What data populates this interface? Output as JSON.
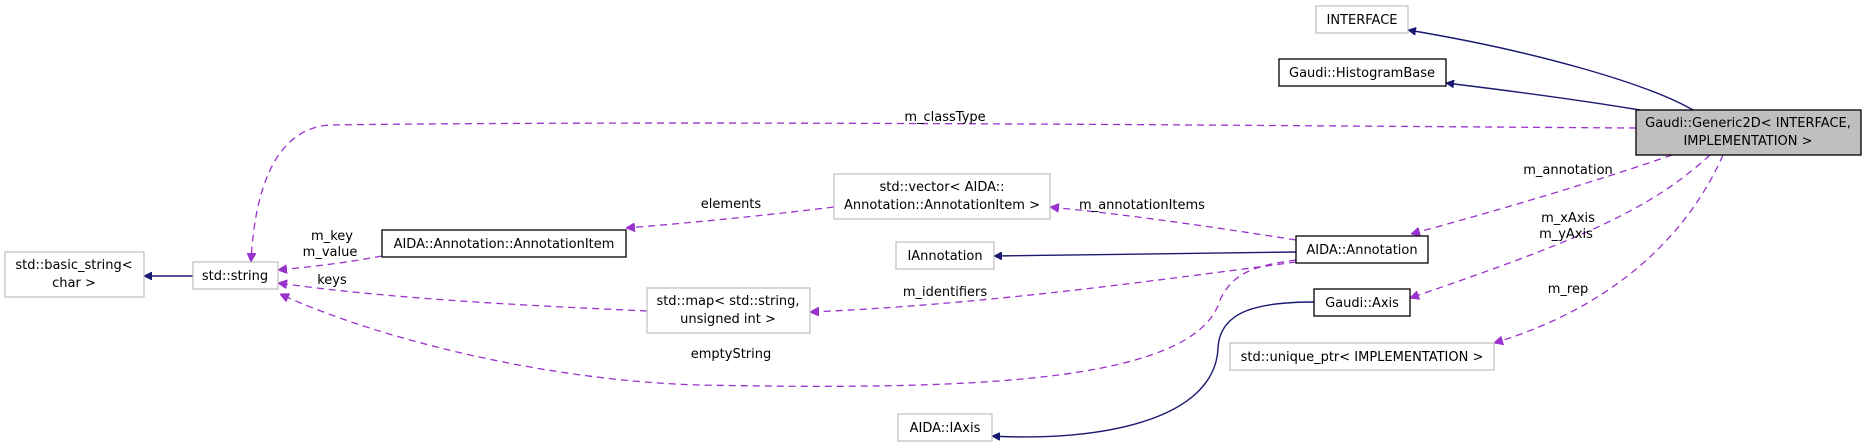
{
  "colors": {
    "inheritance_edge": "#191970",
    "usage_edge": "#9a32cd",
    "main_node_fill": "#bfbfbf",
    "documented_border": "#000000",
    "undocumented_border": "#bfbfbf"
  },
  "nodes": {
    "generic2d": [
      "Gaudi::Generic2D< INTERFACE,",
      "IMPLEMENTATION >"
    ],
    "interface": [
      "INTERFACE"
    ],
    "histogram_base": [
      "Gaudi::HistogramBase"
    ],
    "basic_string": [
      "std::basic_string<",
      "char >"
    ],
    "std_string": [
      "std::string"
    ],
    "annotation_item": [
      "AIDA::Annotation::AnnotationItem"
    ],
    "vector": [
      "std::vector< AIDA::",
      "Annotation::AnnotationItem >"
    ],
    "iannotation": [
      "IAnnotation"
    ],
    "annotation": [
      "AIDA::Annotation"
    ],
    "map": [
      "std::map< std::string,",
      "unsigned int >"
    ],
    "axis": [
      "Gaudi::Axis"
    ],
    "unique_ptr": [
      "std::unique_ptr< IMPLEMENTATION >"
    ],
    "iaxis": [
      "AIDA::IAxis"
    ]
  },
  "edge_labels": {
    "m_class_type": [
      "m_classType"
    ],
    "m_annotation": [
      "m_annotation"
    ],
    "elements": [
      "elements"
    ],
    "m_annotation_items": [
      "m_annotationItems"
    ],
    "m_key_value": [
      "m_key",
      "m_value"
    ],
    "keys": [
      "keys"
    ],
    "m_identifiers": [
      "m_identifiers"
    ],
    "m_axis": [
      "m_xAxis",
      "m_yAxis"
    ],
    "m_rep": [
      "m_rep"
    ],
    "empty_string": [
      "emptyString"
    ]
  }
}
